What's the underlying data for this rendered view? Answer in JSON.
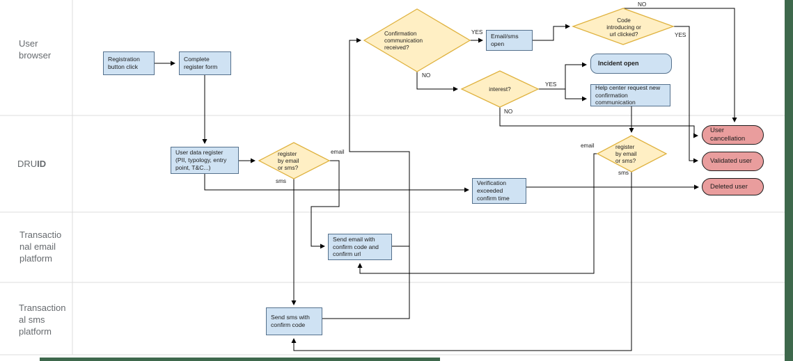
{
  "diagram_type": "flowchart-swimlane",
  "lanes": {
    "browser_label": "User\nbrowser",
    "druid_prefix": "DRU",
    "druid_suffix": "ID",
    "email_platform_label": "Transactio\nnal email\nplatform",
    "sms_platform_label": "Transaction\nal sms\nplatform"
  },
  "nodes": {
    "registration_click": {
      "label": "Registration button click",
      "type": "process"
    },
    "complete_form": {
      "label": "Complete register form",
      "type": "process"
    },
    "confirmation_received": {
      "label": "Confirmation\ncommunication\nreceived?",
      "type": "decision"
    },
    "email_sms_open": {
      "label": "Email/sms open",
      "type": "process"
    },
    "code_clicked": {
      "label": "Code\nintroducing or\nurl clicked?",
      "type": "decision"
    },
    "interest": {
      "label": "interest?",
      "type": "decision"
    },
    "incident_open": {
      "label": "Incident open",
      "type": "process-rounded"
    },
    "help_center": {
      "label": "Help center request new confirmation communication",
      "type": "process"
    },
    "user_data_register": {
      "label": "User data register (PII, typology, entry point, T&C...)",
      "type": "process"
    },
    "register_by_1": {
      "label": "register\nby email\nor sms?",
      "type": "decision"
    },
    "verification_exceeded": {
      "label": "Verification exceeded confirm time",
      "type": "process"
    },
    "register_by_2": {
      "label": "register\nby email\nor sms?",
      "type": "decision"
    },
    "user_cancellation": {
      "label": "User cancellation",
      "type": "terminator"
    },
    "validated_user": {
      "label": "Validated user",
      "type": "terminator"
    },
    "deleted_user": {
      "label": "Deleted user",
      "type": "terminator"
    },
    "send_email": {
      "label": "Send email with confirm code and confirm url",
      "type": "process"
    },
    "send_sms": {
      "label": "Send sms with confirm code",
      "type": "process"
    }
  },
  "edge_labels": {
    "yes": "YES",
    "no": "NO",
    "email": "email",
    "sms": "sms"
  },
  "colors": {
    "process_fill": "#cfe2f3",
    "process_stroke": "#54708c",
    "decision_fill": "#ffefc4",
    "decision_stroke": "#dfb23f",
    "terminator_fill": "#e99d9d",
    "terminator_stroke": "#1a1a1a",
    "connector": "#000000",
    "lane_line": "#dcdcdc",
    "window_frame": "#3e684c"
  }
}
